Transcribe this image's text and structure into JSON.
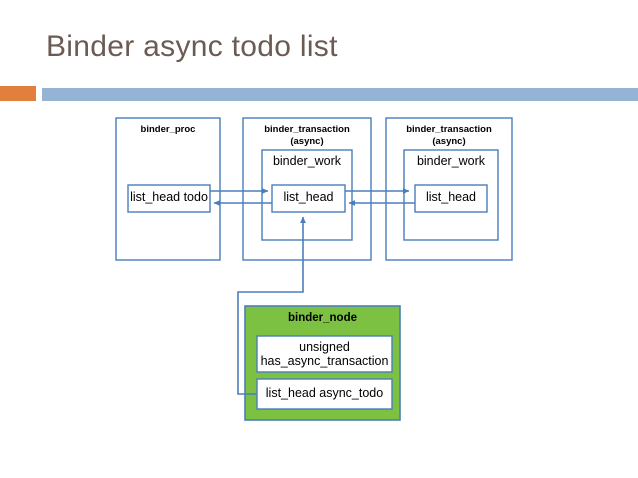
{
  "slide": {
    "title": "Binder async todo list",
    "title_color": "#6B5B53",
    "accent_color": "#E0803C",
    "rule_color": "#95B3D2"
  },
  "diagram": {
    "stroke_color": "#4A7EBB",
    "node_fill": "#7DC142",
    "box_fill": "#FFFFFF",
    "structs": [
      {
        "id": "binder-proc",
        "title": "binder_proc",
        "members": [
          {
            "id": "list-head-todo",
            "label": "list_head todo"
          }
        ]
      },
      {
        "id": "binder-transaction-1",
        "title": "binder_transaction",
        "subtitle": "(async)",
        "work": {
          "id": "binder-work-1",
          "label": "binder_work",
          "members": [
            {
              "id": "list-head-1",
              "label": "list_head"
            }
          ]
        }
      },
      {
        "id": "binder-transaction-2",
        "title": "binder_transaction",
        "subtitle": "(async)",
        "work": {
          "id": "binder-work-2",
          "label": "binder_work",
          "members": [
            {
              "id": "list-head-2",
              "label": "list_head"
            }
          ]
        }
      }
    ],
    "node": {
      "id": "binder-node",
      "title": "binder_node",
      "members": [
        {
          "id": "has-async-transaction",
          "line1": "unsigned",
          "line2": "has_async_transaction"
        },
        {
          "id": "async-todo",
          "label": "list_head async_todo"
        }
      ]
    },
    "connectors": [
      {
        "id": "todo-to-work1-forward",
        "from": "list_head todo",
        "to": "list_head",
        "direction": "right"
      },
      {
        "id": "work1-to-todo-back",
        "from": "list_head",
        "to": "list_head todo",
        "direction": "left"
      },
      {
        "id": "work1-to-work2-forward",
        "from": "list_head",
        "to": "list_head",
        "direction": "right"
      },
      {
        "id": "work2-to-work1-back",
        "from": "list_head",
        "to": "list_head",
        "direction": "left"
      },
      {
        "id": "async-todo-to-work1",
        "from": "list_head async_todo",
        "to": "list_head",
        "direction": "up"
      }
    ]
  }
}
